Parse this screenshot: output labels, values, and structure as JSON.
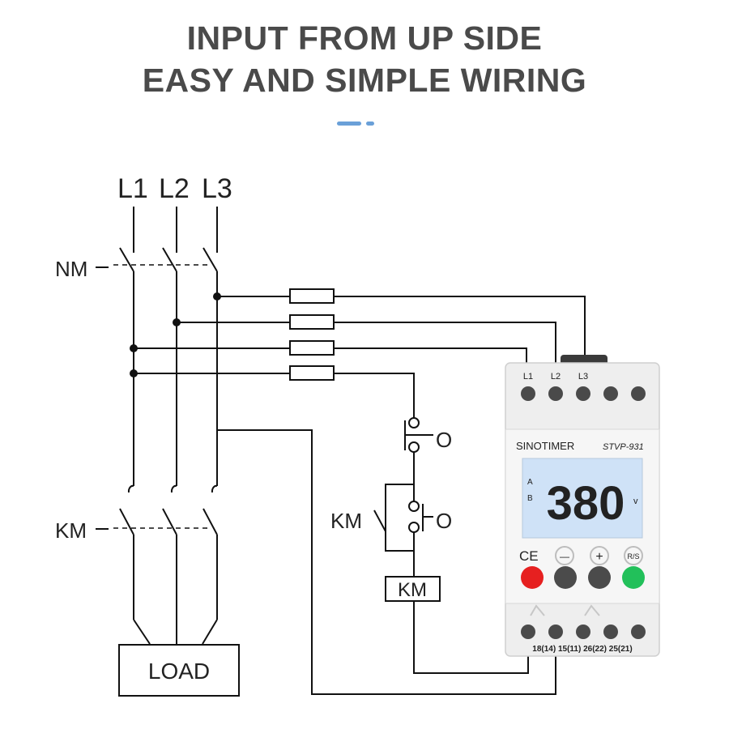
{
  "heading": {
    "line1": "INPUT FROM UP SIDE",
    "line2": "EASY AND SIMPLE WIRING"
  },
  "diagram": {
    "phase_labels": [
      "L1",
      "L2",
      "L3"
    ],
    "breaker_label": "NM",
    "contactor_label": "KM",
    "load_label": "LOAD",
    "coil_label": "KM",
    "aux_contact_label": "KM",
    "stop_button_mark": "O",
    "start_button_mark": "O"
  },
  "device": {
    "brand": "SINOTIMER",
    "model": "STVP-931",
    "input_terminals": [
      "L1",
      "L2",
      "L3"
    ],
    "display_value": "380",
    "display_unit": "v",
    "indicator_a": "A",
    "indicator_b": "B",
    "ce_mark": "CE",
    "btn_minus": "—",
    "btn_plus": "+",
    "btn_rs": "R/S",
    "output_terminals": "18(14) 15(11) 26(22) 25(21)",
    "colors": {
      "red_button": "#e62020",
      "green_button": "#22c05a",
      "display_bg": "#cfe2f7"
    }
  },
  "colors": {
    "heading": "#4a4a4a",
    "accent": "#6aa0d8"
  }
}
